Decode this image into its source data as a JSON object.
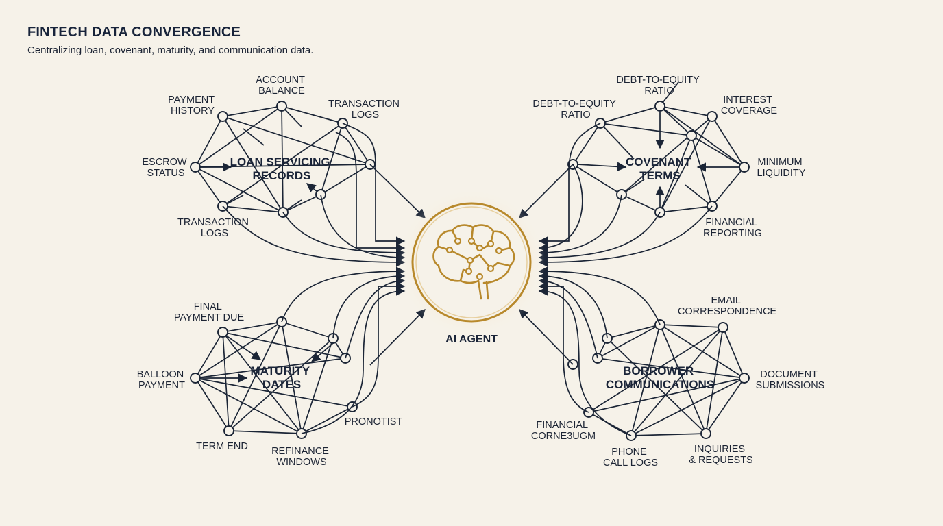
{
  "header": {
    "title": "FINTECH DATA CONVERGENCE",
    "subtitle": "Centralizing loan, covenant, maturity, and communication data."
  },
  "agent": {
    "label": "AI AGENT",
    "icon": "brain-icon",
    "accent_color": "#b8892c"
  },
  "clusters": [
    {
      "id": "loan-servicing",
      "title_lines": [
        "LOAN SERVICING",
        "RECORDS"
      ],
      "labels": [
        {
          "id": "account-balance",
          "lines": [
            "ACCOUNT",
            "BALANCE"
          ]
        },
        {
          "id": "payment-history",
          "lines": [
            "PAYMENT",
            "HISTORY"
          ]
        },
        {
          "id": "transaction-logs-top",
          "lines": [
            "TRANSACTION",
            "LOGS"
          ]
        },
        {
          "id": "escrow-status",
          "lines": [
            "ESCROW",
            "STATUS"
          ]
        },
        {
          "id": "transaction-logs-bottom",
          "lines": [
            "TRANSACTION",
            "LOGS"
          ]
        }
      ]
    },
    {
      "id": "covenant-terms",
      "title_lines": [
        "COVENANT",
        "TERMS"
      ],
      "labels": [
        {
          "id": "debt-to-equity-ratio-top",
          "lines": [
            "DEBT-TO-EQUITY",
            "RATIO"
          ]
        },
        {
          "id": "debt-to-equity-ratio-left",
          "lines": [
            "DEBT-TO-EQUITY",
            "RATIO"
          ]
        },
        {
          "id": "interest-coverage",
          "lines": [
            "INTEREST",
            "COVERAGE"
          ]
        },
        {
          "id": "minimum-liquidity",
          "lines": [
            "MINIMUM",
            "LIQUIDITY"
          ]
        },
        {
          "id": "financial-reporting",
          "lines": [
            "FINANCIAL",
            "REPORTING"
          ]
        }
      ]
    },
    {
      "id": "maturity-dates",
      "title_lines": [
        "MATURITY",
        "DATES"
      ],
      "labels": [
        {
          "id": "final-payment-due",
          "lines": [
            "FINAL",
            "PAYMENT DUE"
          ]
        },
        {
          "id": "balloon-payment",
          "lines": [
            "BALLOON",
            "PAYMENT"
          ]
        },
        {
          "id": "term-end",
          "lines": [
            "TERM END"
          ]
        },
        {
          "id": "refinance-windows",
          "lines": [
            "REFINANCE",
            "WINDOWS"
          ]
        },
        {
          "id": "pronotist",
          "lines": [
            "PRONOTIST"
          ]
        }
      ]
    },
    {
      "id": "borrower-communications",
      "title_lines": [
        "BORROWER",
        "COMMUNICATIONS"
      ],
      "labels": [
        {
          "id": "email-correspondence",
          "lines": [
            "EMAIL",
            "CORRESPONDENCE"
          ]
        },
        {
          "id": "document-submissions",
          "lines": [
            "DOCUMENT",
            "SUBMISSIONS"
          ]
        },
        {
          "id": "financial-corneslogm",
          "lines": [
            "FINANCIAL",
            "CORNE3UGM"
          ]
        },
        {
          "id": "phone-call-logs",
          "lines": [
            "PHONE",
            "CALL LOGS"
          ]
        },
        {
          "id": "inquiries-requests",
          "lines": [
            "INQUIRIES",
            "& REQUESTS"
          ]
        }
      ]
    }
  ]
}
